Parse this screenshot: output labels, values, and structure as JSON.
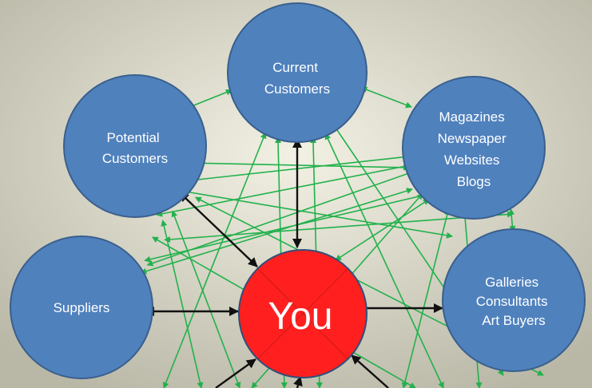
{
  "nodes": {
    "current_customers": {
      "lines": [
        "Current",
        "Customers"
      ]
    },
    "potential_customers": {
      "lines": [
        "Potential",
        "Customers"
      ]
    },
    "media": {
      "lines": [
        "Magazines",
        "Newspaper",
        "Websites",
        "Blogs"
      ]
    },
    "suppliers": {
      "lines": [
        "Suppliers"
      ]
    },
    "galleries": {
      "lines": [
        "Galleries",
        "Consultants",
        "Art Buyers"
      ]
    },
    "you": {
      "label": "You"
    }
  },
  "colors": {
    "background_center": "#f2f1e4",
    "background_edge": "#b9b7a6",
    "node_fill": "#4f81bd",
    "node_stroke": "#3a5f8c",
    "center_fill": "#ff1f1f",
    "center_stroke": "#2f4f7a",
    "connector_green": "#22b14c",
    "connector_black": "#111111"
  }
}
